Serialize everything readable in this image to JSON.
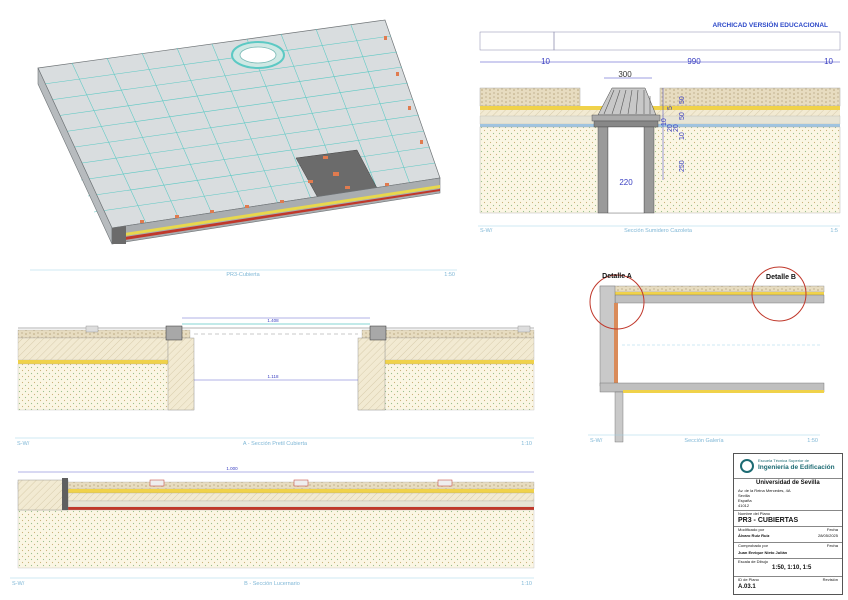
{
  "watermark": "ARCHICAD VERSIÓN EDUCACIONAL",
  "views": {
    "iso": {
      "name": "PR3-Cubierta",
      "scale": "1:50"
    },
    "sumidero": {
      "id": "S-W/",
      "name": "Sección Sumidero Cazoleta",
      "scale": "1:5"
    },
    "galeria": {
      "id": "S-W/",
      "name": "Sección Galería",
      "scale": "1:50"
    },
    "pretil": {
      "id": "S-W/",
      "name": "A - Sección Pretil Cubierta",
      "scale": "1:10"
    },
    "lucernario": {
      "id": "S-W/",
      "name": "B - Sección Lucernario",
      "scale": "1:10"
    }
  },
  "sumidero_dims": {
    "left": "10",
    "mid": "990",
    "right": "10",
    "top": "300",
    "v1": "50",
    "v2": "5",
    "v3": "20",
    "v4": "50",
    "v5": "10",
    "v6": "20",
    "v7": "10",
    "v8": "250",
    "pipe": "220"
  },
  "details": {
    "a": "Detalle A",
    "b": "Detalle B"
  },
  "pretil_dims": {
    "top": "1.408",
    "mid": "1.118"
  },
  "lucernario_dims": {
    "top": "1.000"
  },
  "title_block": {
    "school_line1": "Escuela Técnica Superior de",
    "school_line2": "Ingeniería de Edificación",
    "university": "Universidad de Sevilla",
    "address1": "Av. de la Reina Mercedes, 4A",
    "address2": "Sevilla",
    "address3": "España",
    "address4": "41012",
    "plan_name_label": "Nombre del Plano",
    "plan_name": "PR3 - CUBIERTAS",
    "modified_label": "Modificado por",
    "date_label": "Fecha",
    "modified_by": "Álvaro Ruiz Ruiz",
    "date": "28/05/2025",
    "checked_label": "Comprobado por",
    "date_label2": "Fecha",
    "checked_by": "Juan Enrique Nieto Julián",
    "scale_label": "Escala de Dibujo",
    "scales": "1:50, 1:10, 1:5",
    "sheet_id_label": "ID de Plano",
    "revision_label": "Revisión",
    "sheet_id": "A.03.1"
  }
}
